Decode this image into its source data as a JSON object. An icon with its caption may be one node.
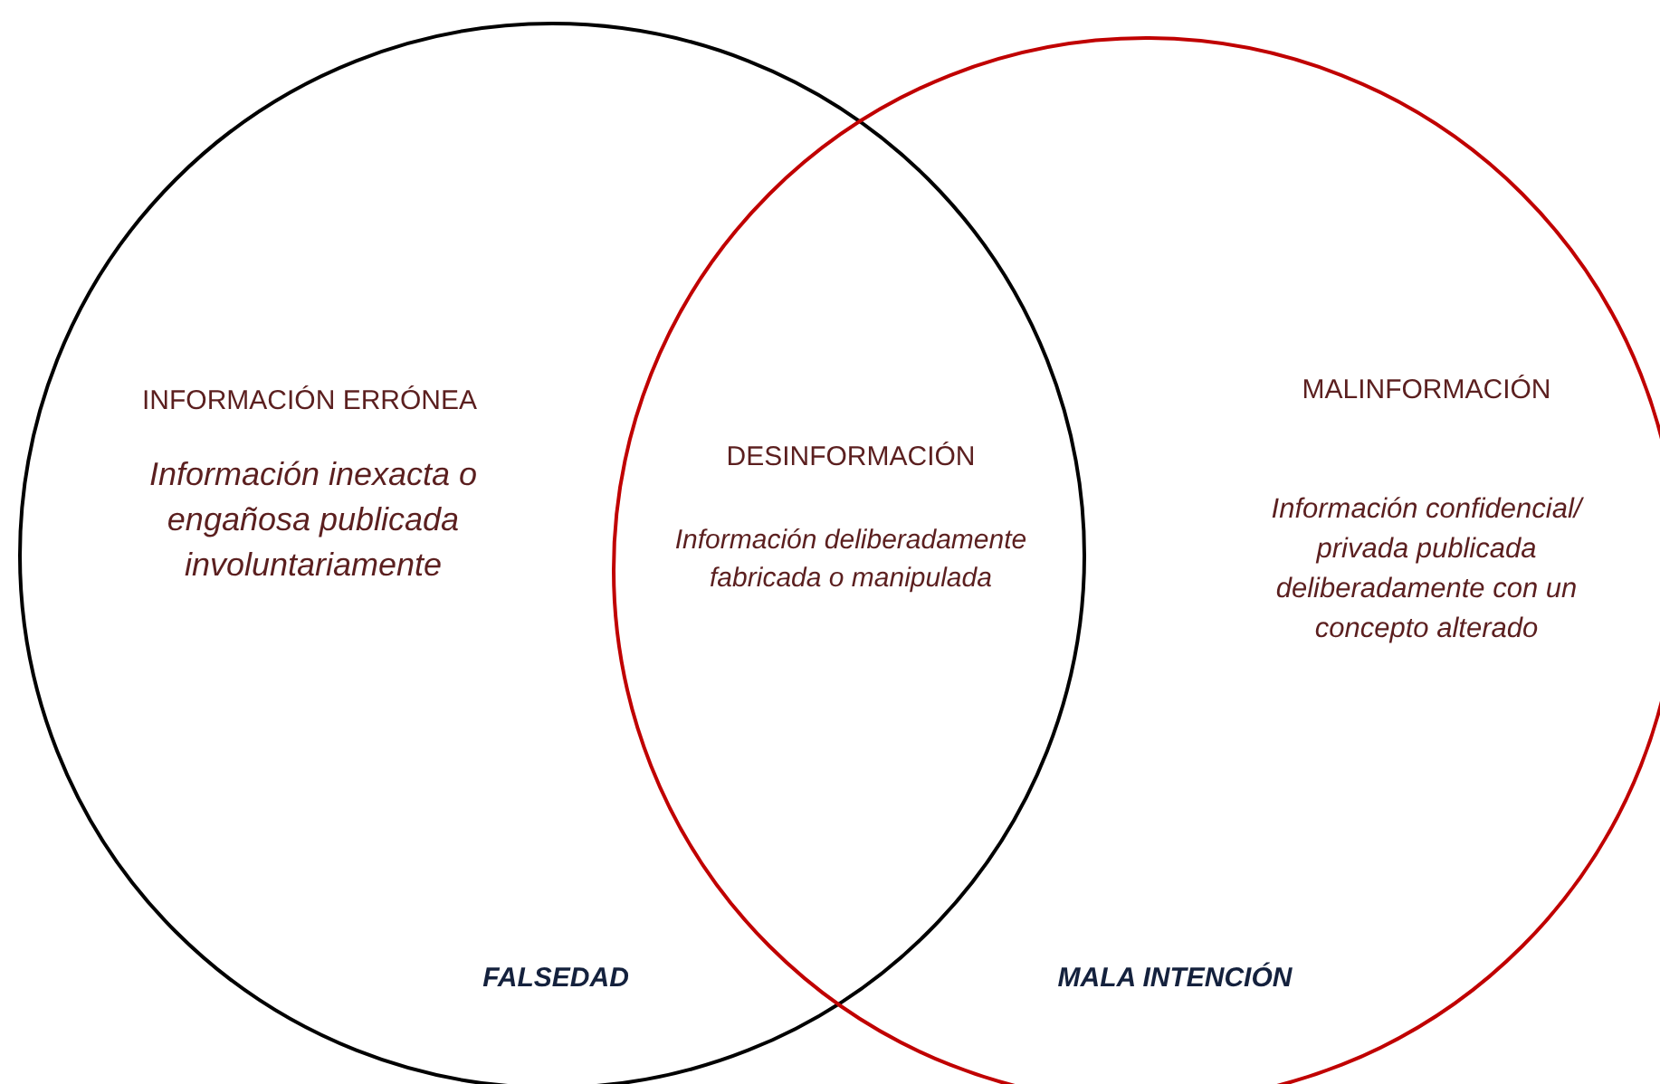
{
  "diagram": {
    "nodes": [
      {
        "text": [
          "FALSEDAD"
        ]
      },
      {
        "text": [
          "MALA INTENCIÓN"
        ]
      }
    ],
    "labels": [
      "INFORMACIÓN ERRÓNEA",
      "Información inexacta o engañosa publicada involuntariamente",
      "DESINFORMACIÓN",
      "Información deliberadamente fabricada o manipulada",
      "MALINFORMACIÓN",
      "Información confidencial/ privada publicada deliberadamente con un concepto alterado"
    ]
  }
}
